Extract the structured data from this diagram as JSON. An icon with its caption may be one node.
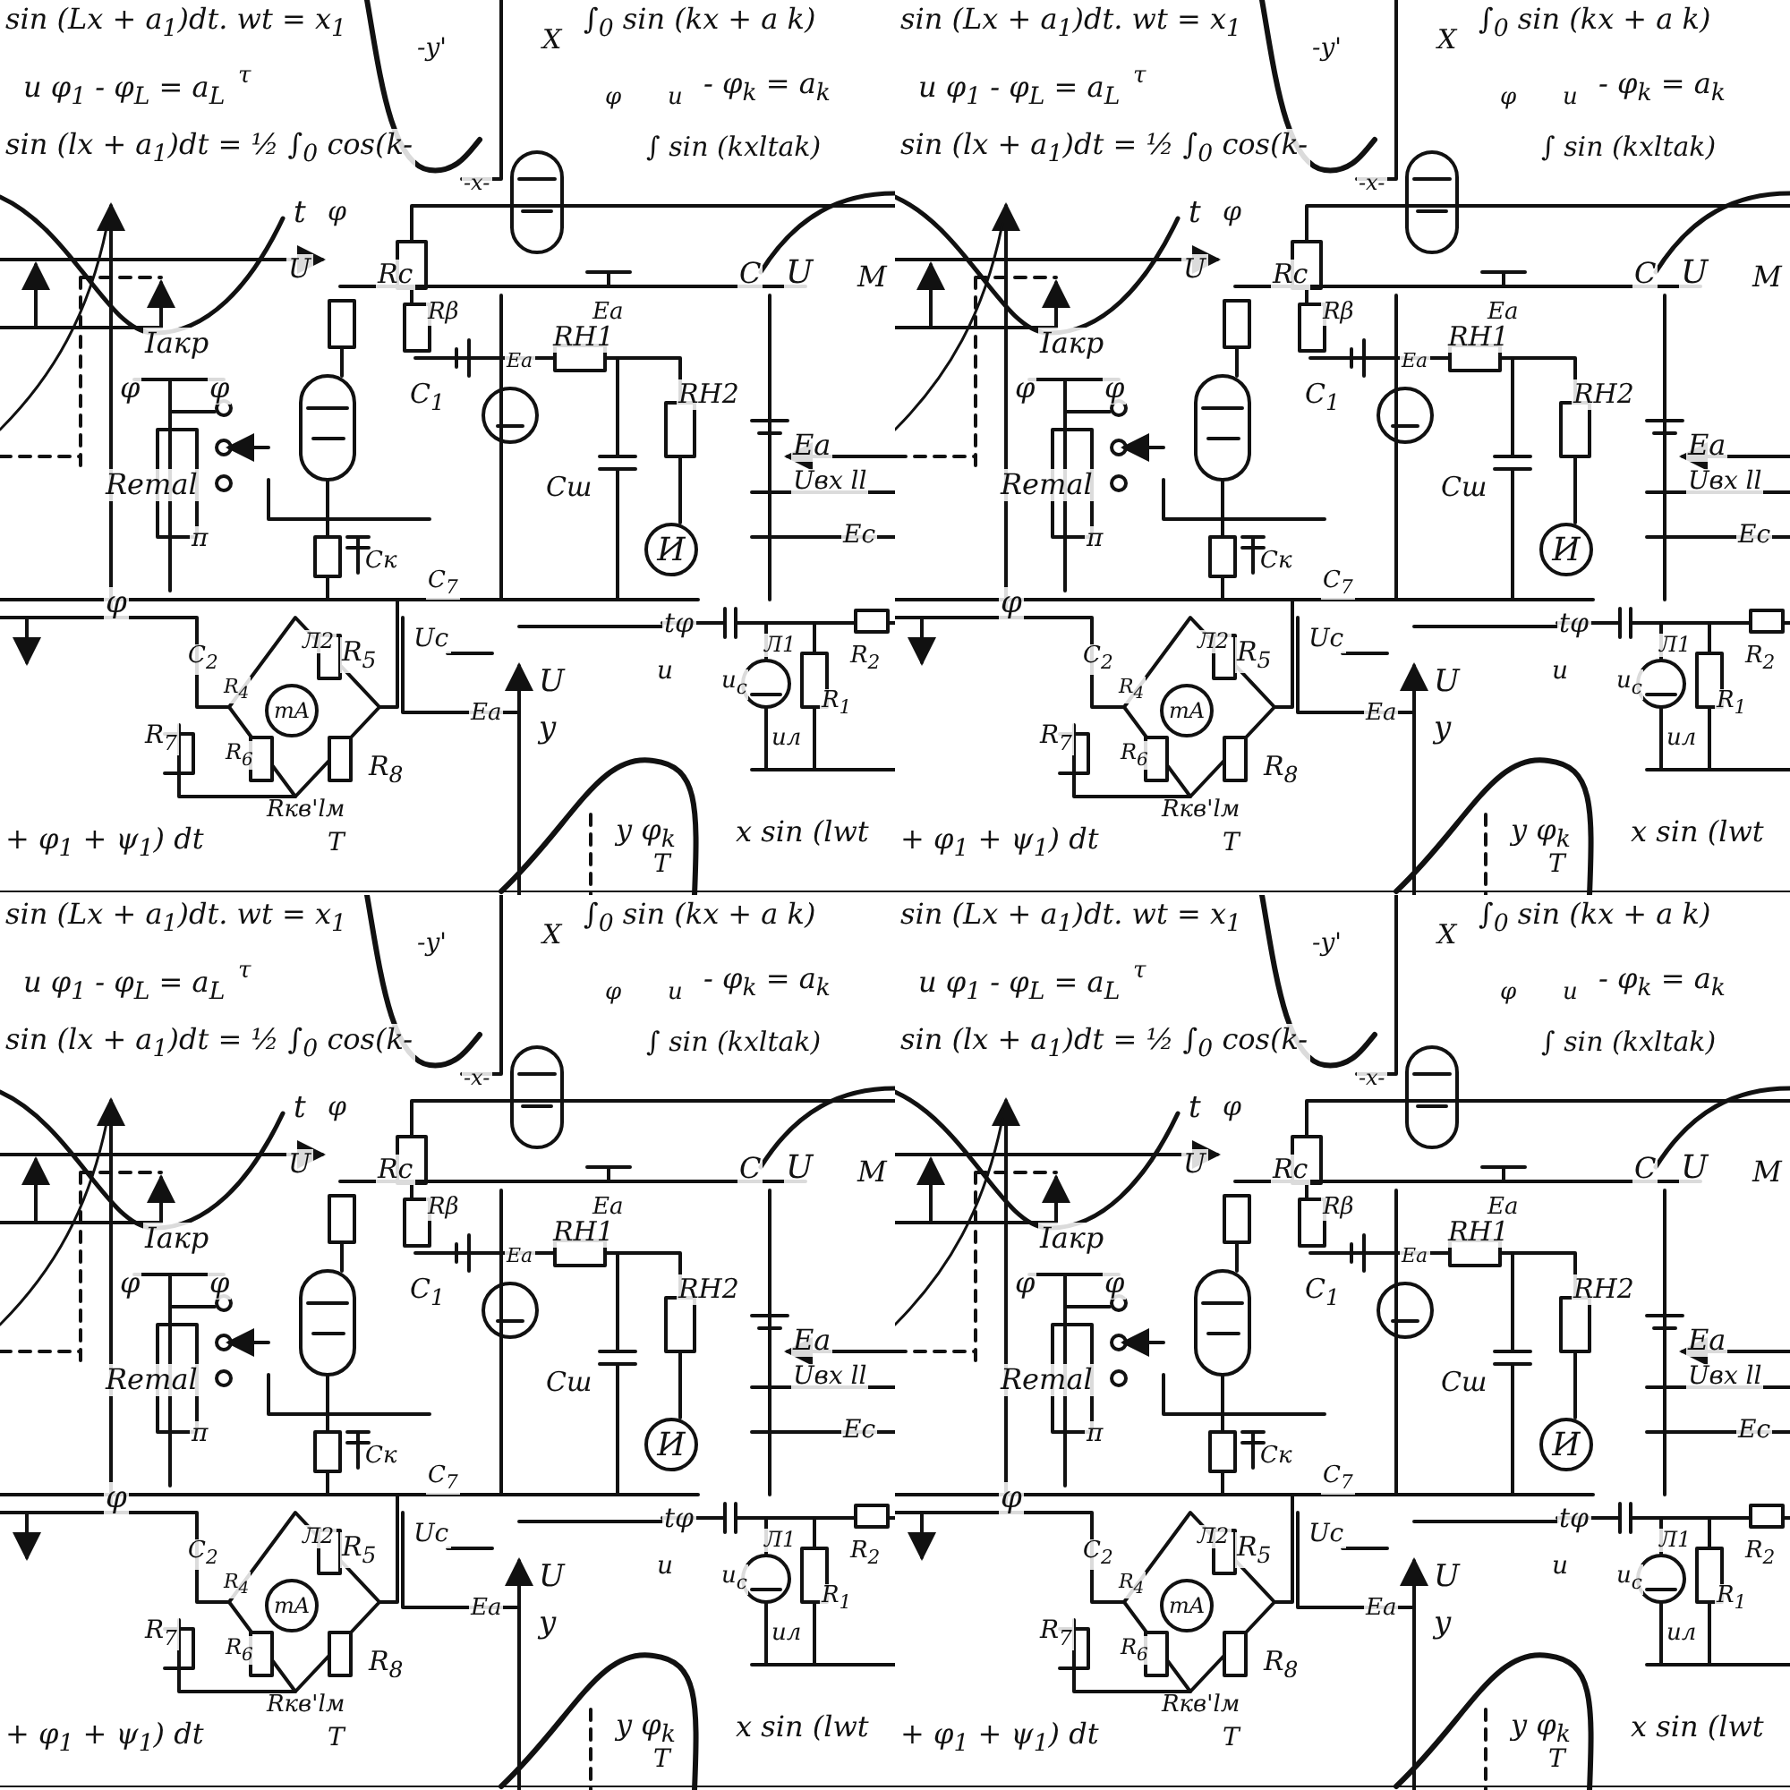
{
  "diagram": {
    "nodes": [
      {
        "text": [
          "И"
        ]
      },
      {
        "text": [
          "mA"
        ]
      },
      {
        "text": [
          "И"
        ]
      },
      {
        "text": [
          "mA"
        ]
      },
      {
        "text": [
          "И"
        ]
      },
      {
        "text": [
          "mA"
        ]
      },
      {
        "text": [
          "И"
        ]
      },
      {
        "text": [
          "mA"
        ]
      }
    ],
    "labels": [
      "sin (Lx + a$_{1}$)dt. wt = x$_{1}$",
      "-y'",
      "X",
      "∫$_{0}$ sin (kx + a k)",
      "u φ$_{1}$ - φ$_{L}$ = a$_{L}$",
      "τ",
      "φ",
      "u",
      "- φ$_{k}$ = a$_{k}$",
      "sin (lx + a$_{1}$)dt = ½ ∫$_{0}$ cos(k-",
      "-x-",
      "∫ sin (kxltak)",
      "t",
      "φ",
      "U",
      "Rc",
      "Rβ",
      "Ea",
      "C",
      "U",
      "M",
      "Iакр",
      "RH1",
      "Ea",
      "φ",
      "φ",
      "C$_{1}$",
      "RH2",
      "Ea",
      "Reтal",
      "Cш",
      "Uвх ll",
      "Ec",
      "π",
      "C$_{7}$",
      "Cк",
      "φ",
      "Uc",
      "C$_{2}$",
      "Л2",
      "R$_{5}$",
      "R$_{4}$",
      "Ea",
      "U",
      "u",
      "tφ",
      "Л1",
      "u$_{c}$",
      "R$_{2}$",
      "y",
      "R$_{1}$",
      "uл",
      "R$_{7}$",
      "R$_{6}$",
      "R$_{8}$",
      "Rкв'lм",
      "+ φ$_{1}$ + ψ$_{1}$) dt",
      "T",
      "y φ$_{k}$",
      "x sin (lwt",
      "T",
      "sin (Lx + a$_{1}$)dt. wt = x$_{1}$",
      "-y'",
      "X",
      "∫$_{0}$ sin (kx + a k)",
      "u φ$_{1}$ - φ$_{L}$ = a$_{L}$",
      "τ",
      "φ",
      "u",
      "- φ$_{k}$ = a$_{k}$",
      "sin (lx + a$_{1}$)dt = ½ ∫$_{0}$ cos(k-",
      "-x-",
      "∫ sin (kxltak)",
      "t",
      "φ",
      "U",
      "Rc",
      "Rβ",
      "Ea",
      "C",
      "U",
      "M",
      "Iакр",
      "RH1",
      "Ea",
      "φ",
      "φ",
      "C$_{1}$",
      "RH2",
      "Ea",
      "Reтal",
      "Cш",
      "Uвх ll",
      "Ec",
      "π",
      "C$_{7}$",
      "Cк",
      "φ",
      "Uc",
      "C$_{2}$",
      "Л2",
      "R$_{5}$",
      "R$_{4}$",
      "Ea",
      "U",
      "u",
      "tφ",
      "Л1",
      "u$_{c}$",
      "R$_{2}$",
      "y",
      "R$_{1}$",
      "uл",
      "R$_{7}$",
      "R$_{6}$",
      "R$_{8}$",
      "Rкв'lм",
      "+ φ$_{1}$ + ψ$_{1}$) dt",
      "T",
      "y φ$_{k}$",
      "x sin (lwt",
      "T",
      "sin (Lx + a$_{1}$)dt. wt = x$_{1}$",
      "-y'",
      "X",
      "∫$_{0}$ sin (kx + a k)",
      "u φ$_{1}$ - φ$_{L}$ = a$_{L}$",
      "τ",
      "φ",
      "u",
      "- φ$_{k}$ = a$_{k}$",
      "sin (lx + a$_{1}$)dt = ½ ∫$_{0}$ cos(k-",
      "-x-",
      "∫ sin (kxltak)",
      "t",
      "φ",
      "U",
      "Rc",
      "Rβ",
      "Ea",
      "C",
      "U",
      "M",
      "Iакр",
      "RH1",
      "Ea",
      "φ",
      "φ",
      "C$_{1}$",
      "RH2",
      "Ea",
      "Reтal",
      "Cш",
      "Uвх ll",
      "Ec",
      "π",
      "C$_{7}$",
      "Cк",
      "φ",
      "Uc",
      "C$_{2}$",
      "Л2",
      "R$_{5}$",
      "R$_{4}$",
      "Ea",
      "U",
      "u",
      "tφ",
      "Л1",
      "u$_{c}$",
      "R$_{2}$",
      "y",
      "R$_{1}$",
      "uл",
      "R$_{7}$",
      "R$_{6}$",
      "R$_{8}$",
      "Rкв'lм",
      "+ φ$_{1}$ + ψ$_{1}$) dt",
      "T",
      "y φ$_{k}$",
      "x sin (lwt",
      "T",
      "sin (Lx + a$_{1}$)dt. wt = x$_{1}$",
      "-y'",
      "X",
      "∫$_{0}$ sin (kx + a k)",
      "u φ$_{1}$ - φ$_{L}$ = a$_{L}$",
      "τ",
      "φ",
      "u",
      "- φ$_{k}$ = a$_{k}$",
      "sin (lx + a$_{1}$)dt = ½ ∫$_{0}$ cos(k-",
      "-x-",
      "∫ sin (kxltak)",
      "t",
      "φ",
      "U",
      "Rc",
      "Rβ",
      "Ea",
      "C",
      "U",
      "M",
      "Iакр",
      "RH1",
      "Ea",
      "φ",
      "φ",
      "C$_{1}$",
      "RH2",
      "Ea",
      "Reтal",
      "Cш",
      "Uвх ll",
      "Ec",
      "π",
      "C$_{7}$",
      "Cк",
      "φ",
      "Uc",
      "C$_{2}$",
      "Л2",
      "R$_{5}$",
      "R$_{4}$",
      "Ea",
      "U",
      "u",
      "tφ",
      "Л1",
      "u$_{c}$",
      "R$_{2}$",
      "y",
      "R$_{1}$",
      "uл",
      "R$_{7}$",
      "R$_{6}$",
      "R$_{8}$",
      "Rкв'lм",
      "+ φ$_{1}$ + ψ$_{1}$) dt",
      "T",
      "y φ$_{k}$",
      "x sin (lwt",
      "T"
    ]
  }
}
